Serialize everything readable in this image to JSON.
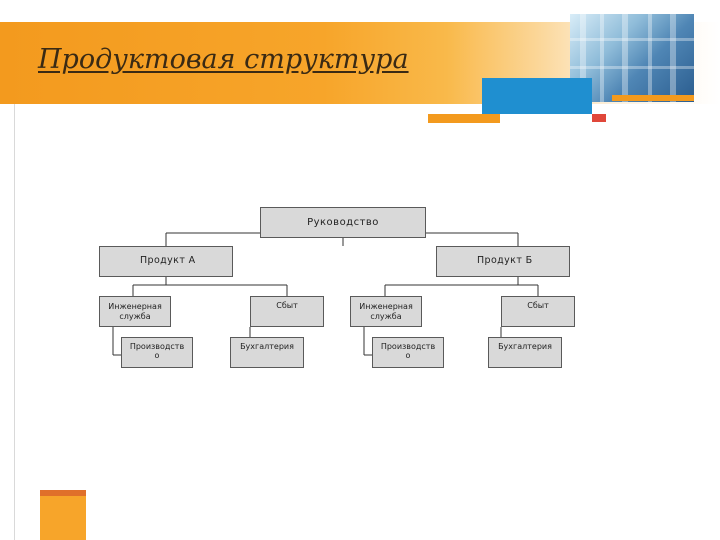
{
  "slide": {
    "title": "Продуктовая структура",
    "colors": {
      "header_orange": "#f39a1e",
      "accent_blue": "#1f8fd0",
      "accent_orange": "#f39a1e",
      "accent_red": "#e0473a",
      "node_fill": "#d9d9d9",
      "node_border": "#5a5a5a"
    }
  },
  "org_chart": {
    "root": "Руководство",
    "products": [
      {
        "label": "Продукт А",
        "units": [
          "Инженерная служба",
          "Сбыт"
        ],
        "subunits": [
          "Производств о",
          "Бухгалтерия"
        ]
      },
      {
        "label": "Продукт Б",
        "units": [
          "Инженерная служба",
          "Сбыт"
        ],
        "subunits": [
          "Производств о",
          "Бухгалтерия"
        ]
      }
    ]
  }
}
